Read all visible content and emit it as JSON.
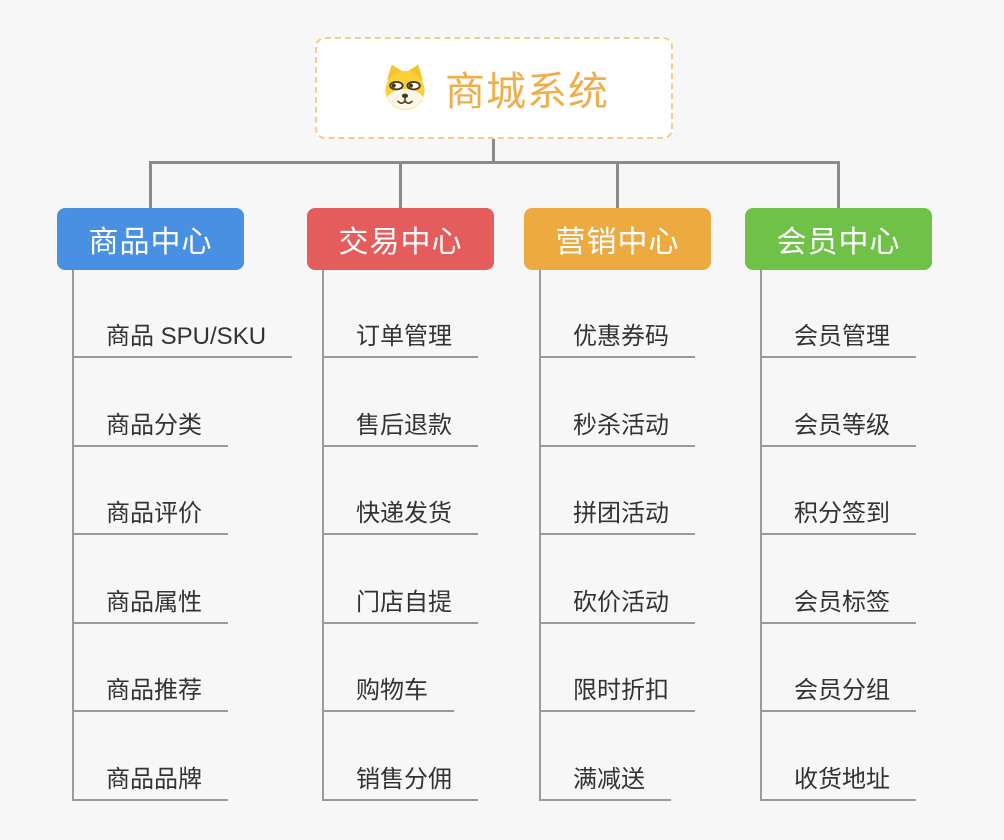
{
  "app": {
    "background_color": "#f7f7f8",
    "connector_color": "#8b8b8b",
    "child_line_color": "#9a9a9a",
    "item_text_color": "#333333"
  },
  "root": {
    "title": "商城系统",
    "icon": "doge-dog-icon",
    "text_color": "#f0ae4b",
    "border_color": "#f6cc8d",
    "background": "#ffffff"
  },
  "branches": [
    {
      "label": "商品中心",
      "color": "#4a90e2",
      "items": [
        "商品 SPU/SKU",
        "商品分类",
        "商品评价",
        "商品属性",
        "商品推荐",
        "商品品牌"
      ]
    },
    {
      "label": "交易中心",
      "color": "#e45c5b",
      "items": [
        "订单管理",
        "售后退款",
        "快递发货",
        "门店自提",
        "购物车",
        "销售分佣"
      ]
    },
    {
      "label": "营销中心",
      "color": "#edaa40",
      "items": [
        "优惠券码",
        "秒杀活动",
        "拼团活动",
        "砍价活动",
        "限时折扣",
        "满减送"
      ]
    },
    {
      "label": "会员中心",
      "color": "#70c147",
      "items": [
        "会员管理",
        "会员等级",
        "积分签到",
        "会员标签",
        "会员分组",
        "收货地址"
      ]
    }
  ]
}
